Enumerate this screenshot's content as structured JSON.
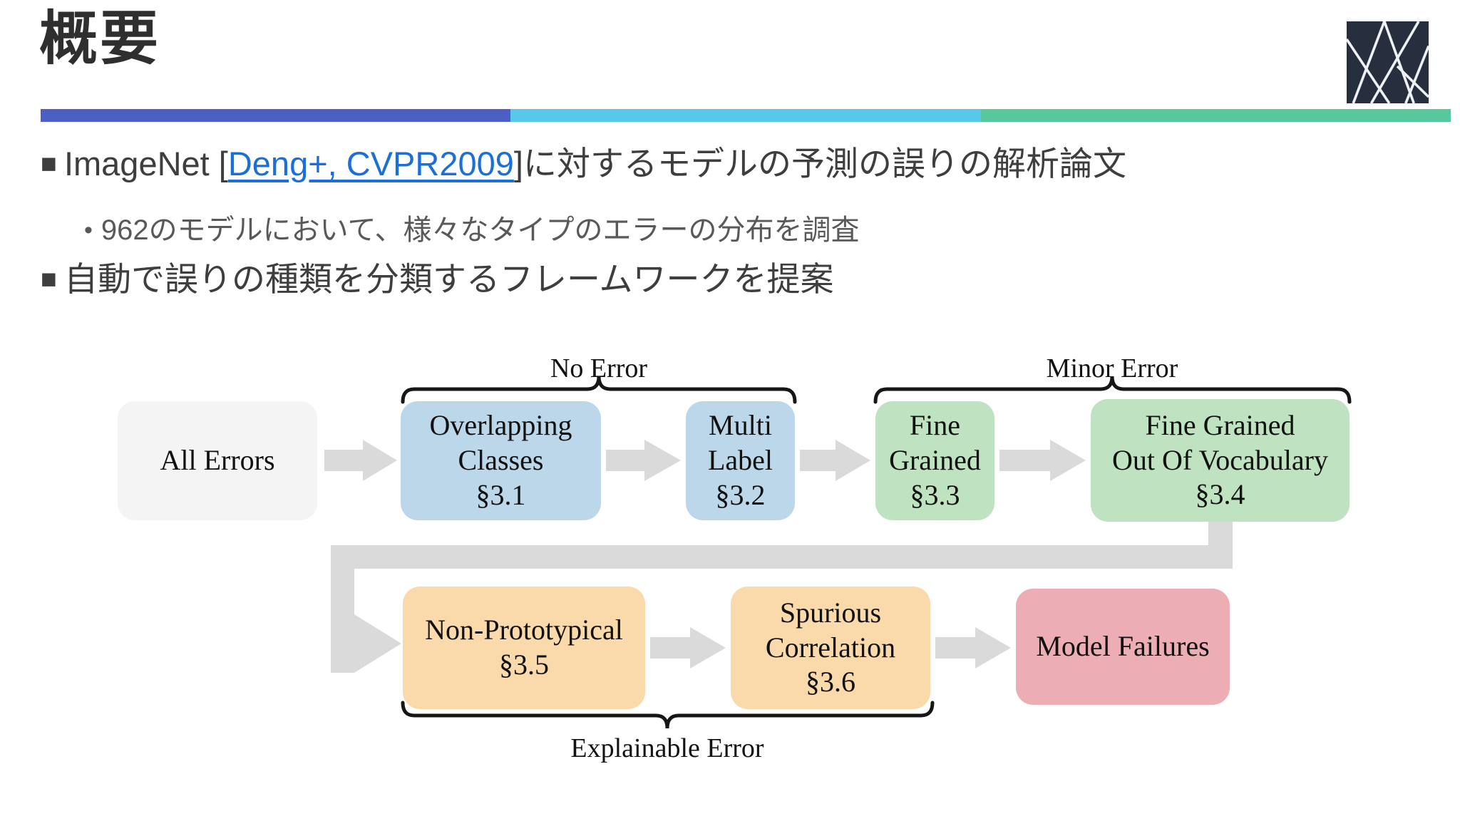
{
  "header": {
    "title": "概要",
    "logo_icon": "lattice-logo",
    "logo_bg": "#272e3e",
    "logo_line_color": "#eef1f5"
  },
  "accent_bar": {
    "colors": [
      "#4b5fc4",
      "#57c7ea",
      "#57c89e"
    ]
  },
  "bullets": {
    "item1": {
      "marker": "■",
      "prefix": "ImageNet ",
      "bracket_open": "[",
      "link_text": "Deng+, CVPR2009",
      "bracket_close": "]",
      "suffix": "に対するモデルの予測の誤りの解析論文",
      "link_color": "#1a6fd8"
    },
    "sub1": {
      "marker": "•",
      "text": "962のモデルにおいて、様々なタイプのエラーの分布を調査"
    },
    "item2": {
      "marker": "■",
      "text": "自動で誤りの種類を分類するフレームワークを提案"
    }
  },
  "diagram": {
    "group_labels": {
      "no_error": "No Error",
      "minor_error": "Minor Error",
      "explainable_error": "Explainable Error"
    },
    "boxes": {
      "all_errors": {
        "text": "All Errors",
        "color": "#f4f4f5"
      },
      "overlapping": {
        "text": "Overlapping\nClasses\n§3.1",
        "color": "#bdd7ea"
      },
      "multi_label": {
        "text": "Multi\nLabel\n§3.2",
        "color": "#bdd7ea"
      },
      "fine_grained": {
        "text": "Fine\nGrained\n§3.3",
        "color": "#bfe3c0"
      },
      "fine_grained_oov": {
        "text": "Fine Grained\nOut Of Vocabulary\n§3.4",
        "color": "#bfe3c0"
      },
      "non_prototypical": {
        "text": "Non-Prototypical\n§3.5",
        "color": "#fad9ab"
      },
      "spurious_correlation": {
        "text": "Spurious\nCorrelation\n§3.6",
        "color": "#fad9ab"
      },
      "model_failures": {
        "text": "Model Failures",
        "color": "#ecaeb4"
      }
    },
    "arrow_color": "#dadada",
    "brace_color": "#161616"
  }
}
